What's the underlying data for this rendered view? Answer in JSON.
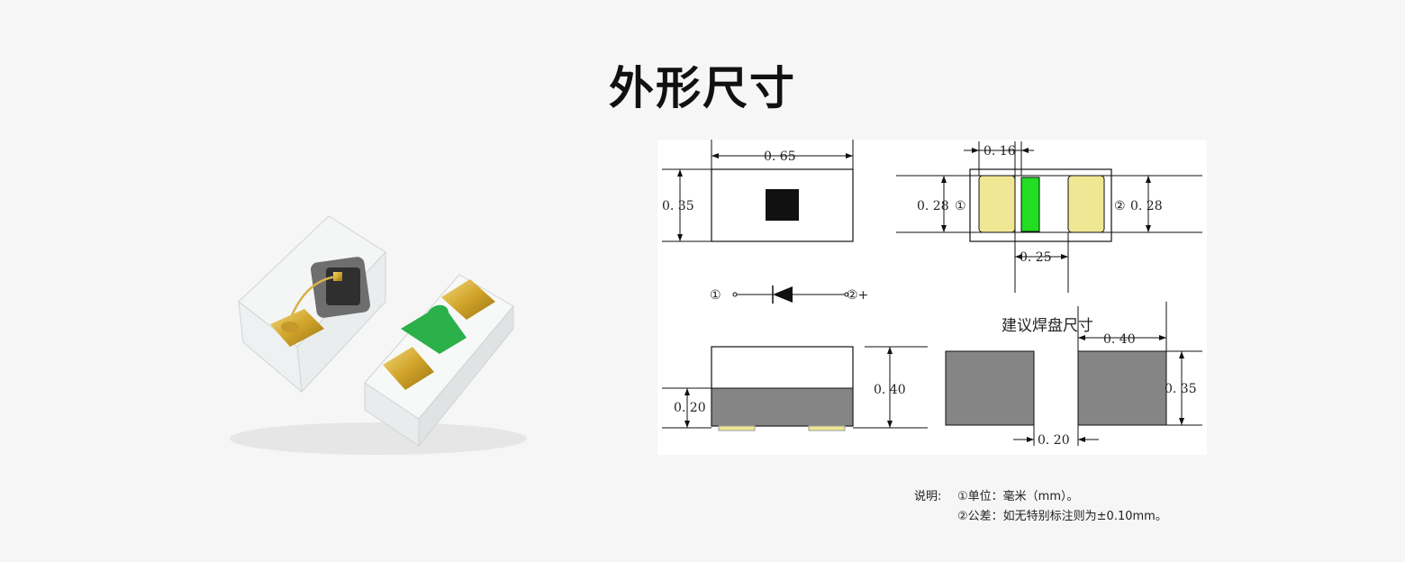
{
  "title": "外形尺寸",
  "drawing": {
    "top_view": {
      "width": "0. 65",
      "height": "0. 35"
    },
    "bottom_view": {
      "pad_gap": "0. 16",
      "height_left": "0. 28",
      "height_right": "0. 28",
      "pad_pitch": "0. 25",
      "pin1": "①",
      "pin2": "②"
    },
    "symbol": {
      "pin1": "①",
      "pin2": "②+"
    },
    "side_view": {
      "body_height": "0. 40",
      "lens_height": "0. 20"
    },
    "land_pattern": {
      "title": "建议焊盘尺寸",
      "pad_width": "0. 40",
      "pad_height": "0. 35",
      "gap": "0. 20"
    }
  },
  "notes": {
    "label": "说明:",
    "line1": "①单位：毫米（mm）。",
    "line2": "②公差：如无特别标注则为±0.10mm。"
  },
  "colors": {
    "background": "#f6f6f6",
    "pad_yellow": "#efe794",
    "green": "#22dd22",
    "gray": "#858585",
    "black": "#111111"
  }
}
